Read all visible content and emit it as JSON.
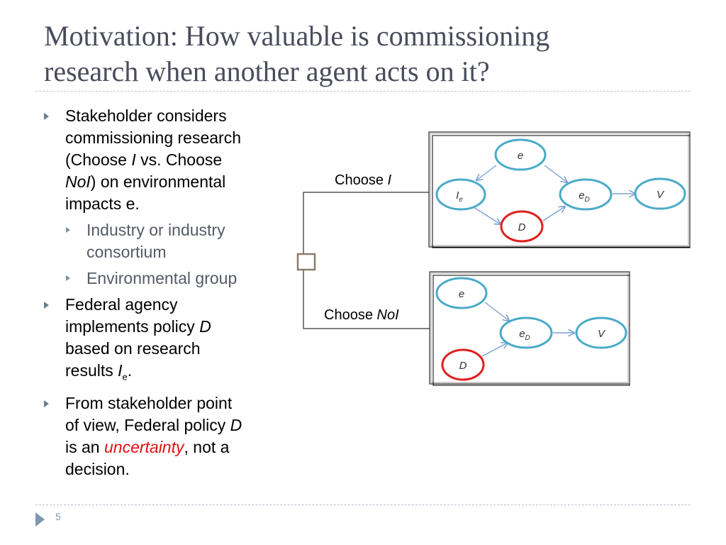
{
  "slide": {
    "title_line1": "Motivation: How valuable is commissioning",
    "title_line2": "research when another agent acts on it?",
    "page_number": "5"
  },
  "bullets": {
    "b1_line1": "Stakeholder considers",
    "b1_line2": "commissioning research",
    "b1_line3a": "(Choose ",
    "b1_line3b": "I",
    "b1_line3c": " vs. Choose",
    "b1_line4a": "NoI",
    "b1_line4b": ") on environmental",
    "b1_line5": "impacts e.",
    "sub1_line1": "Industry or industry",
    "sub1_line2": "consortium",
    "sub2": "Environmental group",
    "b2_line1": "Federal agency",
    "b2_line2a": "implements policy ",
    "b2_line2b": "D",
    "b2_line3": "based on research",
    "b2_line4a": "results ",
    "b2_line4b": "I",
    "b2_line4c": "e",
    "b2_line4d": ".",
    "b3_line1": "From stakeholder point",
    "b3_line2a": "of view, Federal policy ",
    "b3_line2b": "D",
    "b3_line3a": "is an ",
    "b3_line3b": "uncertainty",
    "b3_line3c": ", not a",
    "b3_line4": "decision."
  },
  "diagram": {
    "choose_i_prefix": "Choose ",
    "choose_i_var": "I",
    "choose_noi_prefix": "Choose ",
    "choose_noi_var": "NoI",
    "top_nodes": {
      "e": "e",
      "ie": "I",
      "ie_sub": "e",
      "d": "D",
      "ed": "e",
      "ed_sub": "D",
      "v": "V"
    },
    "bottom_nodes": {
      "e": "e",
      "ed": "e",
      "ed_sub": "D",
      "d": "D",
      "v": "V"
    },
    "colors": {
      "chance_node": "#4aaac8",
      "uncertainty_node": "#e02020",
      "arrow": "#7aa3d4"
    }
  }
}
